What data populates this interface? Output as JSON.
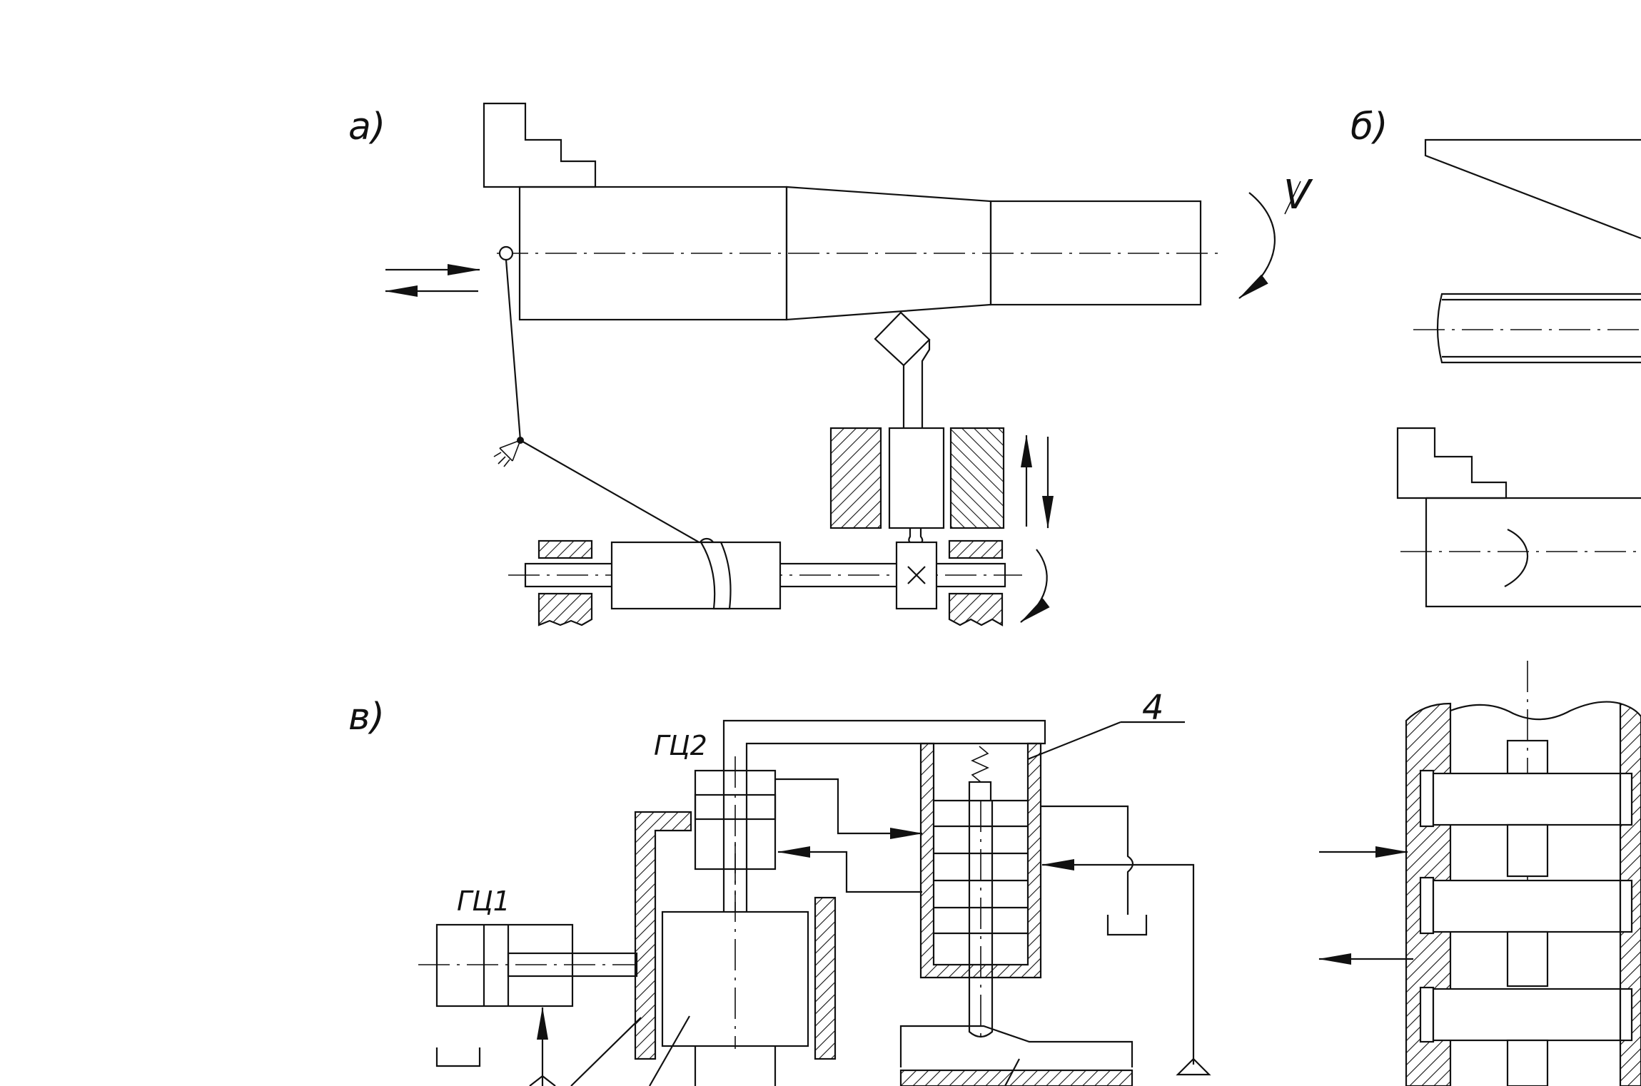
{
  "labels": {
    "panel_a": "а)",
    "panel_b": "б)",
    "panel_v": "в)",
    "velocity": "V",
    "cylinder_1": "ГЦ1",
    "cylinder_2": "ГЦ2",
    "callout_4": "4"
  }
}
